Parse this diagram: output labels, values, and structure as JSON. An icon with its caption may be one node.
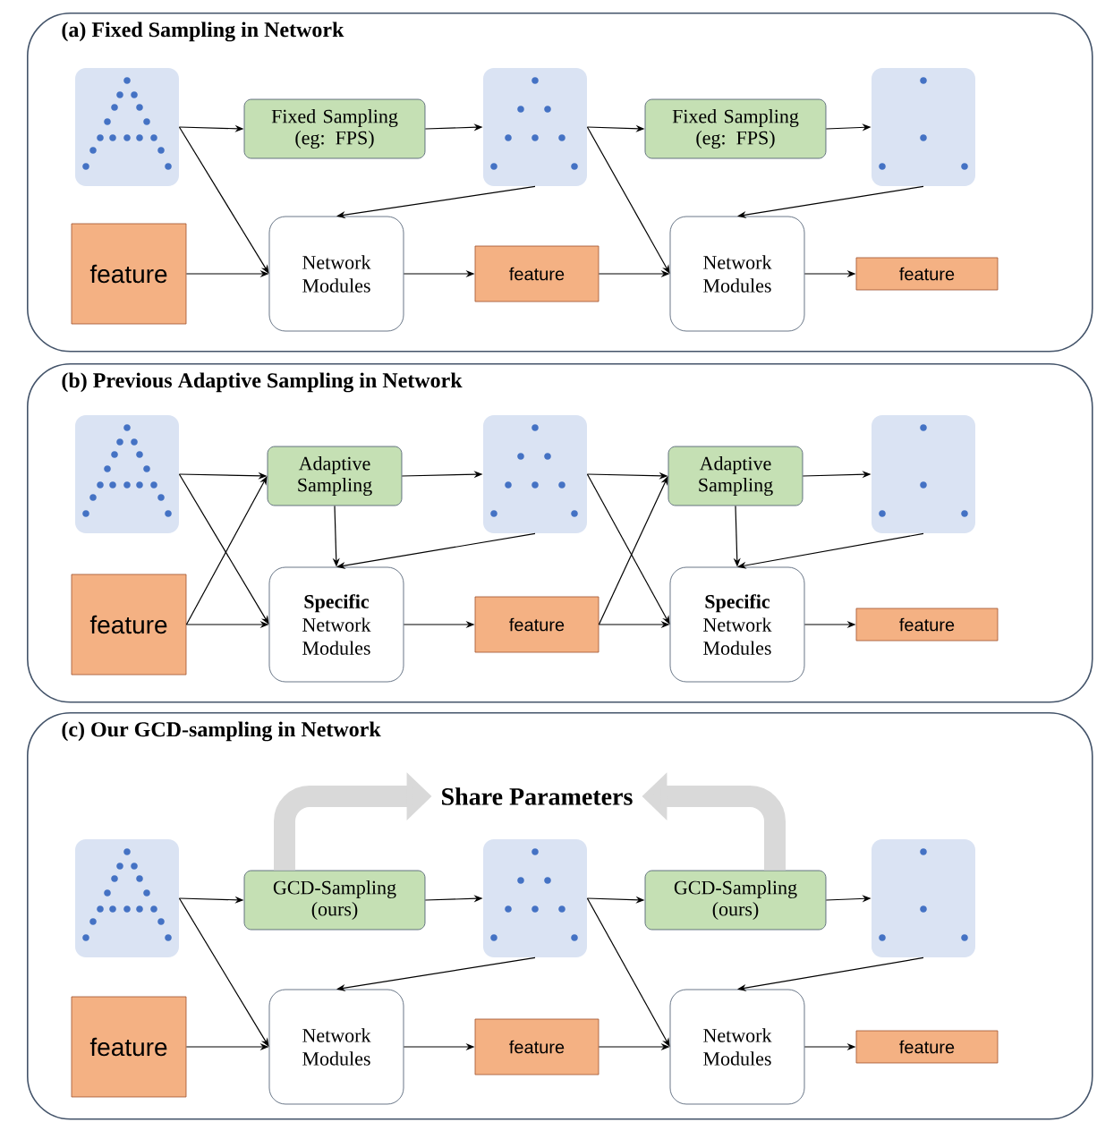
{
  "diagram": {
    "nodes": [
      {
        "text": [
          "(a) Fixed Sampling in Network"
        ]
      },
      {
        "text": [],
        "shape": "box",
        "in": 0
      },
      {
        "text": [
          "Fixed Sampling (eg: FPS)"
        ],
        "in": 0
      },
      {
        "text": [],
        "shape": "box",
        "in": 0
      },
      {
        "text": [
          "Fixed Sampling (eg: FPS)"
        ],
        "in": 0
      },
      {
        "text": [],
        "shape": "box",
        "in": 0
      },
      {
        "text": [
          "feature"
        ],
        "in": 0
      },
      {
        "text": [
          "Network Modules"
        ],
        "in": 0
      },
      {
        "text": [
          "feature"
        ],
        "in": 0
      },
      {
        "text": [
          "Network Modules"
        ],
        "in": 0
      },
      {
        "text": [
          "feature"
        ],
        "in": 0
      },
      {
        "text": [
          "(b) Previous Adaptive Sampling in Network"
        ]
      },
      {
        "text": [],
        "shape": "box",
        "in": 11
      },
      {
        "text": [
          "Adaptive Sampling"
        ],
        "in": 11
      },
      {
        "text": [],
        "shape": "box",
        "in": 11
      },
      {
        "text": [
          "Adaptive Sampling"
        ],
        "in": 11
      },
      {
        "text": [],
        "shape": "box",
        "in": 11
      },
      {
        "text": [
          "feature"
        ],
        "in": 11
      },
      {
        "text": [
          "**Specific** Network Modules"
        ],
        "in": 11
      },
      {
        "text": [
          "feature"
        ],
        "in": 11
      },
      {
        "text": [
          "**Specific** Network Modules"
        ],
        "in": 11
      },
      {
        "text": [
          "feature"
        ],
        "in": 11
      },
      {
        "text": [
          "(c) Our GCD-sampling in Network"
        ]
      },
      {
        "text": [
          "Share Parameters"
        ],
        "in": 22
      },
      {
        "text": [],
        "shape": "box",
        "in": 22
      },
      {
        "text": [
          "GCD-Sampling (ours)"
        ],
        "in": 22
      },
      {
        "text": [],
        "shape": "box",
        "in": 22
      },
      {
        "text": [
          "GCD-Sampling (ours)"
        ],
        "in": 22
      },
      {
        "text": [],
        "shape": "box",
        "in": 22
      },
      {
        "text": [
          "feature"
        ],
        "in": 22
      },
      {
        "text": [
          "Network Modules"
        ],
        "in": 22
      },
      {
        "text": [
          "feature"
        ],
        "in": 22
      },
      {
        "text": [
          "Network Modules"
        ],
        "in": 22
      },
      {
        "text": [
          "feature"
        ],
        "in": 22
      }
    ],
    "edges": [
      {
        "from": 1,
        "to": 2,
        "arrow": "to"
      },
      {
        "from": 2,
        "to": 3,
        "arrow": "to"
      },
      {
        "from": 1,
        "to": 7,
        "arrow": "to"
      },
      {
        "from": 3,
        "to": 7,
        "arrow": "to"
      },
      {
        "from": 6,
        "to": 7,
        "arrow": "to"
      },
      {
        "from": 7,
        "to": 8,
        "arrow": "to"
      },
      {
        "from": 3,
        "to": 4,
        "arrow": "to"
      },
      {
        "from": 4,
        "to": 5,
        "arrow": "to"
      },
      {
        "from": 3,
        "to": 9,
        "arrow": "to"
      },
      {
        "from": 5,
        "to": 9,
        "arrow": "to"
      },
      {
        "from": 8,
        "to": 9,
        "arrow": "to"
      },
      {
        "from": 9,
        "to": 10,
        "arrow": "to"
      },
      {
        "from": 12,
        "to": 13,
        "arrow": "to"
      },
      {
        "from": 17,
        "to": 13,
        "arrow": "to"
      },
      {
        "from": 12,
        "to": 18,
        "arrow": "to"
      },
      {
        "from": 17,
        "to": 18,
        "arrow": "to"
      },
      {
        "from": 13,
        "to": 18,
        "arrow": "to"
      },
      {
        "from": 13,
        "to": 14,
        "arrow": "to"
      },
      {
        "from": 14,
        "to": 18,
        "arrow": "to"
      },
      {
        "from": 18,
        "to": 19,
        "arrow": "to"
      },
      {
        "from": 14,
        "to": 15,
        "arrow": "to"
      },
      {
        "from": 19,
        "to": 15,
        "arrow": "to"
      },
      {
        "from": 14,
        "to": 20,
        "arrow": "to"
      },
      {
        "from": 19,
        "to": 20,
        "arrow": "to"
      },
      {
        "from": 15,
        "to": 20,
        "arrow": "to"
      },
      {
        "from": 15,
        "to": 16,
        "arrow": "to"
      },
      {
        "from": 16,
        "to": 20,
        "arrow": "to"
      },
      {
        "from": 20,
        "to": 21,
        "arrow": "to"
      },
      {
        "from": 24,
        "to": 25,
        "arrow": "to"
      },
      {
        "from": 25,
        "to": 26,
        "arrow": "to"
      },
      {
        "from": 24,
        "to": 30,
        "arrow": "to"
      },
      {
        "from": 26,
        "to": 30,
        "arrow": "to"
      },
      {
        "from": 29,
        "to": 30,
        "arrow": "to"
      },
      {
        "from": 30,
        "to": 31,
        "arrow": "to"
      },
      {
        "from": 26,
        "to": 27,
        "arrow": "to"
      },
      {
        "from": 27,
        "to": 28,
        "arrow": "to"
      },
      {
        "from": 26,
        "to": 32,
        "arrow": "to"
      },
      {
        "from": 28,
        "to": 32,
        "arrow": "to"
      },
      {
        "from": 31,
        "to": 32,
        "arrow": "to"
      },
      {
        "from": 32,
        "to": 33,
        "arrow": "to"
      },
      {
        "from": 25,
        "to": 23,
        "arrow": "to",
        "style": "thick",
        "color": "#d9d9d9"
      },
      {
        "from": 27,
        "to": 23,
        "arrow": "to",
        "style": "thick",
        "color": "#d9d9d9"
      }
    ]
  }
}
